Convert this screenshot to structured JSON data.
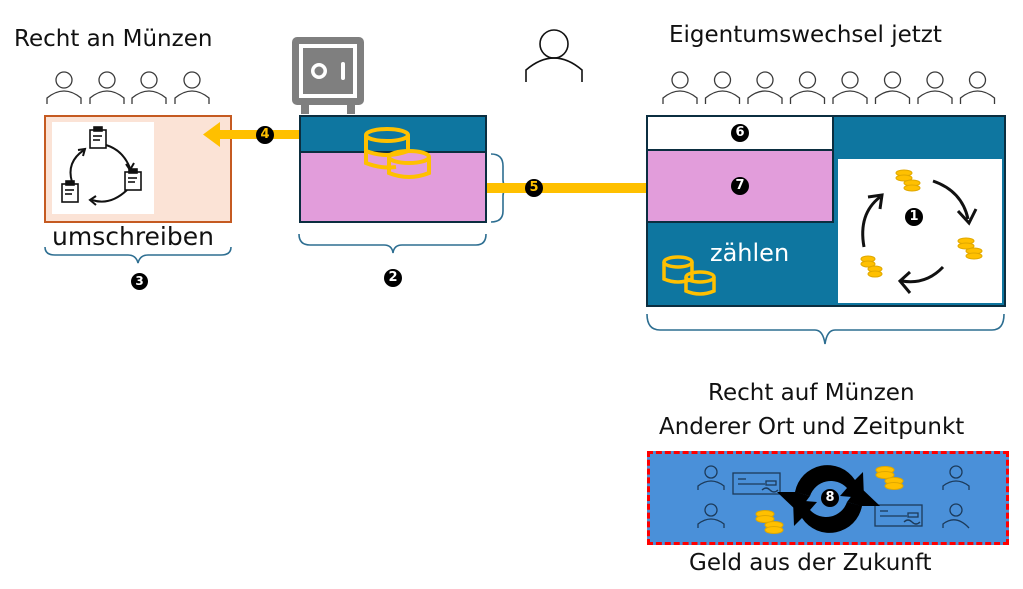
{
  "colors": {
    "teal": "#0e76a0",
    "teal_border": "#0b2e40",
    "pink": "#e29ddb",
    "peach": "#fbe3d6",
    "orange_border": "#c55a21",
    "gold": "#ffc000",
    "bracket": "#2d6e91",
    "blue_box": "#4a90d9",
    "dash_red": "#ff0000",
    "gray_safe": "#7f7f7f",
    "badge_black": "#000000"
  },
  "left_section": {
    "title": "Recht an Münzen",
    "people_count": 4,
    "caption": "umschreiben",
    "badge": "3",
    "icon": "clipboard-cycle-icon"
  },
  "middle_section": {
    "icon": "safe-icon",
    "badge": "2",
    "arrow_badge": "4",
    "coins_icon": "coins-icon"
  },
  "center_person": {
    "icon": "person-icon"
  },
  "connector": {
    "badge": "5"
  },
  "right_section": {
    "title": "Eigentumswechsel jetzt",
    "people_count": 8,
    "cell_top_badge": "6",
    "cell_mid_badge": "7",
    "count_label": "zählen",
    "cycle_badge": "1"
  },
  "future_section": {
    "title_line1": "Recht auf Münzen",
    "title_line2": "Anderer Ort und Zeitpunkt",
    "caption": "Geld aus der Zukunft",
    "exchange_badge": "8"
  }
}
